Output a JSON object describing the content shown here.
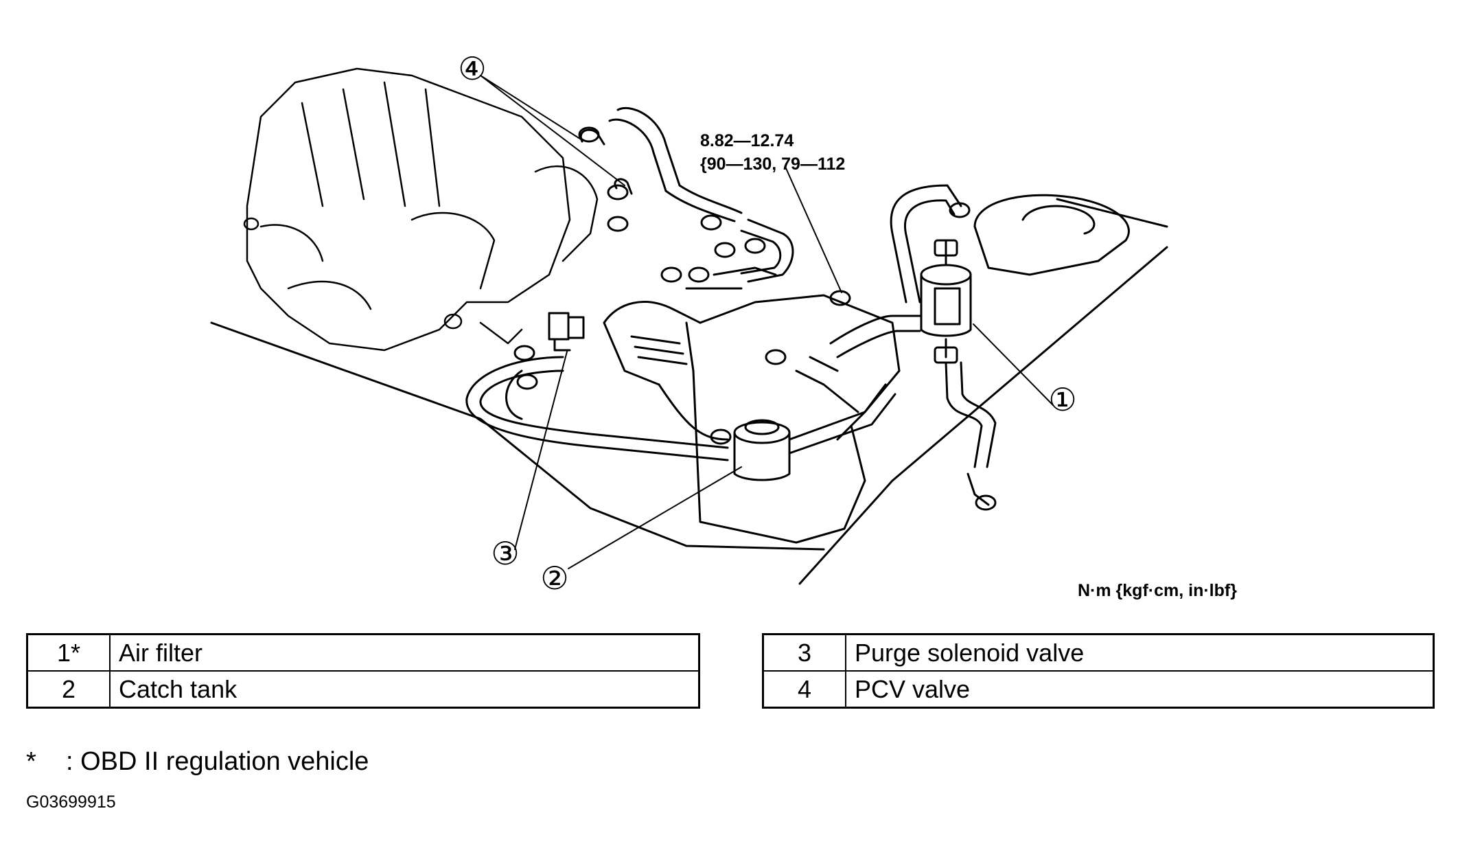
{
  "callouts": [
    {
      "id": "1",
      "label": "①"
    },
    {
      "id": "2",
      "label": "②"
    },
    {
      "id": "3",
      "label": "③"
    },
    {
      "id": "4",
      "label": "④"
    }
  ],
  "torque": {
    "line1": "8.82—12.74",
    "line2": "{90—130, 79—112"
  },
  "units_note": "N·m {kgf·cm, in·lbf}",
  "legend_left": [
    {
      "num": "1*",
      "name": "Air filter"
    },
    {
      "num": "2",
      "name": "Catch tank"
    }
  ],
  "legend_right": [
    {
      "num": "3",
      "name": "Purge solenoid valve"
    },
    {
      "num": "4",
      "name": "PCV valve"
    }
  ],
  "footnote": {
    "symbol": "*",
    "text": ": OBD II regulation vehicle"
  },
  "figure_id": "G03699915"
}
